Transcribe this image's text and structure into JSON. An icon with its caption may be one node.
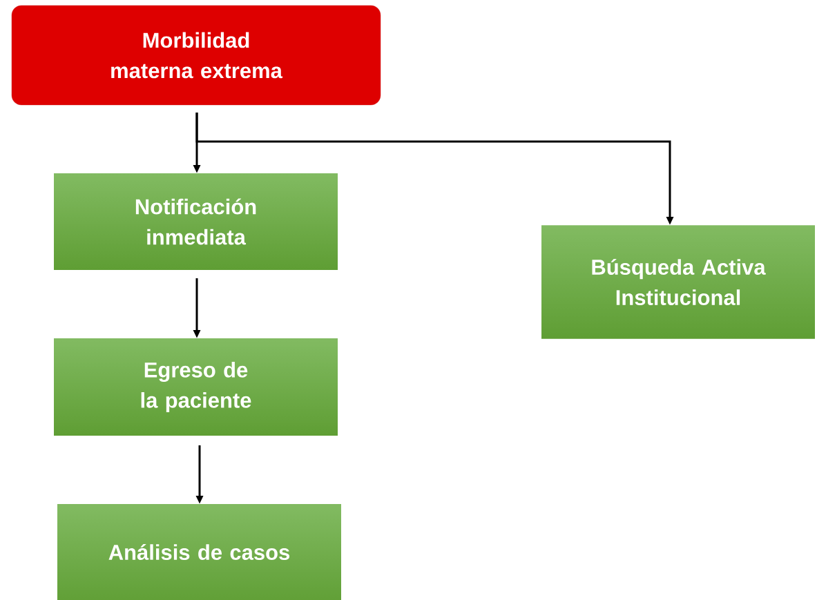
{
  "diagram": {
    "nodes": [
      {
        "text": [
          "Morbilidad materna extrema"
        ]
      },
      {
        "text": [
          "Notificación inmediata"
        ]
      },
      {
        "text": [
          "Egreso de la paciente"
        ]
      },
      {
        "text": [
          "Análisis de casos"
        ]
      },
      {
        "text": [
          "Búsqueda Activa Institucional"
        ]
      }
    ],
    "edges": [
      {
        "from": 0,
        "to": 1,
        "arrow": "to"
      },
      {
        "from": 0,
        "to": 4,
        "arrow": "to"
      },
      {
        "from": 1,
        "to": 2,
        "arrow": "to"
      },
      {
        "from": 2,
        "to": 3,
        "arrow": "to"
      }
    ]
  }
}
